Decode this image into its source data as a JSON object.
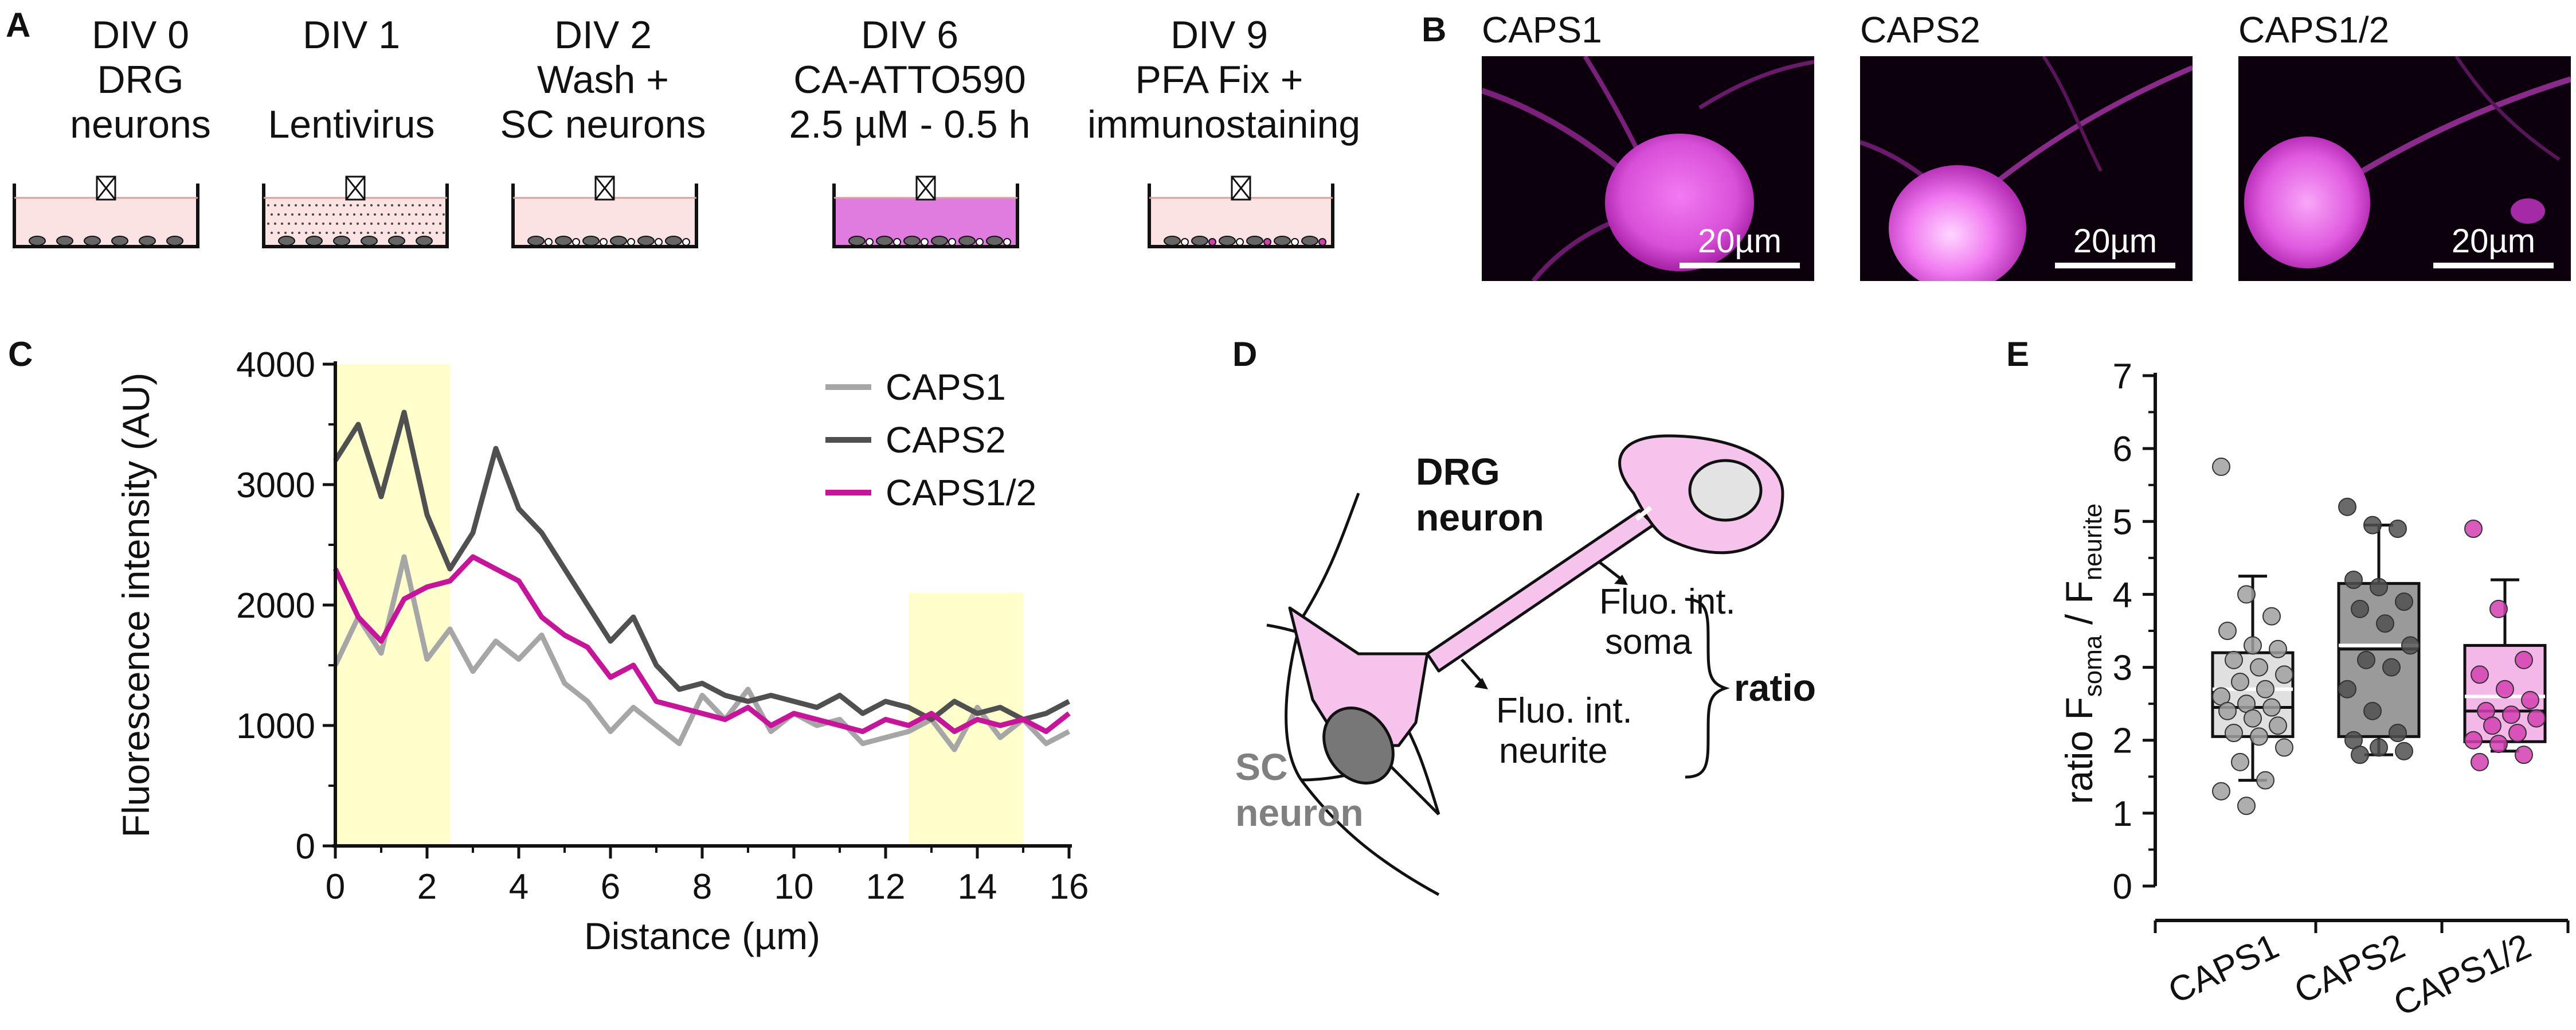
{
  "panel_labels": {
    "a": "A",
    "b": "B",
    "c": "C",
    "d": "D",
    "e": "E"
  },
  "panel_a": {
    "steps": [
      {
        "lines": [
          "DIV 0",
          "DRG",
          "neurons"
        ],
        "medium": "#fbe3e3",
        "dots": false
      },
      {
        "lines": [
          "DIV 1",
          "",
          "Lentivirus"
        ],
        "medium": "#fbe3e3",
        "dots": true
      },
      {
        "lines": [
          "DIV 2",
          "Wash +",
          "SC neurons"
        ],
        "medium": "#fbe3e3",
        "dots": false
      },
      {
        "lines": [
          "DIV 6",
          "CA-ATTO590",
          "2.5 µM - 0.5 h"
        ],
        "medium": "#e07be0",
        "dots": false
      },
      {
        "lines": [
          "DIV 9",
          "PFA Fix +",
          "immunostaining"
        ],
        "medium": "#fbe3e3",
        "dots": false
      }
    ]
  },
  "panel_b": {
    "images": [
      {
        "title": "CAPS1",
        "scalebar": "20µm"
      },
      {
        "title": "CAPS2",
        "scalebar": "20µm"
      },
      {
        "title": "CAPS1/2",
        "scalebar": "20µm"
      }
    ]
  },
  "panel_d": {
    "drg_line1": "DRG",
    "drg_line2": "neuron",
    "soma_line1": "Fluo. int.",
    "soma_line2": "soma",
    "neurite_line1": "Fluo. int.",
    "neurite_line2": "neurite",
    "ratio": "ratio",
    "sc_line1": "SC",
    "sc_line2": "neuron"
  },
  "chart_data": [
    {
      "type": "line",
      "xlabel": "Distance (µm)",
      "ylabel": "Fluorescence intensity (AU)",
      "xlim": [
        0,
        16
      ],
      "ylim": [
        0,
        4000
      ],
      "xticks": [
        "0",
        "2",
        "4",
        "6",
        "8",
        "10",
        "12",
        "14",
        "16"
      ],
      "yticks": [
        "0",
        "1000",
        "2000",
        "3000",
        "4000"
      ],
      "highlight_ranges": [
        [
          0,
          2.5
        ],
        [
          12.5,
          15
        ]
      ],
      "highlight_color": "#ffffcc",
      "legend_position": "top-right",
      "series": [
        {
          "name": "CAPS1",
          "color": "#a6a6a6",
          "x": [
            0,
            0.5,
            1,
            1.5,
            2,
            2.5,
            3,
            3.5,
            4,
            4.5,
            5,
            5.5,
            6,
            6.5,
            7,
            7.5,
            8,
            8.5,
            9,
            9.5,
            10,
            10.5,
            11,
            11.5,
            12,
            12.5,
            13,
            13.5,
            14,
            14.5,
            15,
            15.5,
            16
          ],
          "y": [
            1500,
            1900,
            1600,
            2400,
            1550,
            1800,
            1450,
            1700,
            1550,
            1750,
            1350,
            1200,
            950,
            1150,
            1000,
            850,
            1250,
            1050,
            1300,
            950,
            1100,
            1000,
            1050,
            850,
            900,
            950,
            1050,
            800,
            1150,
            900,
            1050,
            850,
            950
          ]
        },
        {
          "name": "CAPS2",
          "color": "#505050",
          "x": [
            0,
            0.5,
            1,
            1.5,
            2,
            2.5,
            3,
            3.5,
            4,
            4.5,
            5,
            5.5,
            6,
            6.5,
            7,
            7.5,
            8,
            8.5,
            9,
            9.5,
            10,
            10.5,
            11,
            11.5,
            12,
            12.5,
            13,
            13.5,
            14,
            14.5,
            15,
            15.5,
            16
          ],
          "y": [
            3200,
            3500,
            2900,
            3600,
            2750,
            2300,
            2600,
            3300,
            2800,
            2600,
            2300,
            2000,
            1700,
            1900,
            1500,
            1300,
            1350,
            1250,
            1200,
            1250,
            1200,
            1150,
            1250,
            1100,
            1200,
            1150,
            1050,
            1200,
            1100,
            1150,
            1050,
            1100,
            1200
          ]
        },
        {
          "name": "CAPS1/2",
          "color": "#c8149b",
          "x": [
            0,
            0.5,
            1,
            1.5,
            2,
            2.5,
            3,
            3.5,
            4,
            4.5,
            5,
            5.5,
            6,
            6.5,
            7,
            7.5,
            8,
            8.5,
            9,
            9.5,
            10,
            10.5,
            11,
            11.5,
            12,
            12.5,
            13,
            13.5,
            14,
            14.5,
            15,
            15.5,
            16
          ],
          "y": [
            2300,
            1900,
            1700,
            2050,
            2150,
            2200,
            2400,
            2300,
            2200,
            1900,
            1750,
            1650,
            1400,
            1500,
            1200,
            1150,
            1100,
            1050,
            1150,
            1000,
            1100,
            1050,
            1000,
            950,
            1050,
            1000,
            1100,
            950,
            1050,
            1000,
            1050,
            950,
            1100
          ]
        }
      ]
    },
    {
      "type": "box",
      "ylabel_main": "ratio F",
      "ylabel_sub1": "soma",
      "ylabel_sep": " / F",
      "ylabel_sub2": "neurite",
      "ylim": [
        0,
        7
      ],
      "yticks": [
        "0",
        "1",
        "2",
        "3",
        "4",
        "5",
        "6",
        "7"
      ],
      "categories": [
        "CAPS1",
        "CAPS2",
        "CAPS1/2"
      ],
      "boxes": [
        {
          "name": "CAPS1",
          "color": "#e0e0e0",
          "point_color": "#a0a0a0",
          "whisker_low": 1.45,
          "q1": 2.05,
          "median": 2.45,
          "mean": 2.7,
          "q3": 3.2,
          "whisker_high": 4.25,
          "points": [
            5.75,
            4.0,
            3.7,
            3.5,
            3.3,
            3.25,
            3.1,
            3.0,
            2.9,
            2.8,
            2.7,
            2.6,
            2.5,
            2.45,
            2.4,
            2.3,
            2.2,
            2.1,
            2.05,
            1.9,
            1.7,
            1.45,
            1.3,
            1.1
          ]
        },
        {
          "name": "CAPS2",
          "color": "#9a9a9a",
          "point_color": "#505050",
          "whisker_low": 1.8,
          "q1": 2.05,
          "median": 3.25,
          "mean": 3.3,
          "q3": 4.15,
          "whisker_high": 4.95,
          "points": [
            5.2,
            4.95,
            4.9,
            4.2,
            4.1,
            3.9,
            3.8,
            3.6,
            3.3,
            3.1,
            3.0,
            2.7,
            2.4,
            2.1,
            2.0,
            1.9,
            1.85,
            1.8
          ]
        },
        {
          "name": "CAPS1/2",
          "color": "#f4b8e8",
          "point_color": "#d23fb0",
          "whisker_low": 1.85,
          "q1": 1.98,
          "median": 2.4,
          "mean": 2.6,
          "q3": 3.3,
          "whisker_high": 4.2,
          "points": [
            4.9,
            3.8,
            3.1,
            2.9,
            2.7,
            2.55,
            2.4,
            2.35,
            2.3,
            2.2,
            2.1,
            2.0,
            1.95,
            1.8,
            1.7
          ]
        }
      ]
    }
  ]
}
